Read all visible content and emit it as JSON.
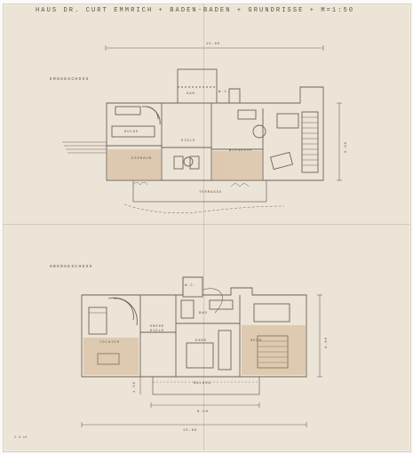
{
  "header": {
    "title": "HAUS DR. CURT EMMRICH + BADEN-BADEN + GRUNDRISSE + M=1:50"
  },
  "floors": {
    "ground": {
      "label": "ERDGESCHOSS",
      "rooms": {
        "garage": "GAR.",
        "wc": "W.C.",
        "kitchen": "KÜCHE",
        "diele": "DIELE",
        "wohnraum": "WOHNRAUM",
        "terrasse": "TERRASSE",
        "essraum": "ESSRAUM"
      },
      "dimensions": {
        "width": "15.60",
        "height": "9.60"
      }
    },
    "upper": {
      "label": "OBERGESCHOSS",
      "rooms": {
        "wc": "W.C.",
        "bad": "BAD",
        "obere_diele": "OBERE DIELE",
        "tochter": "TOCHTER",
        "dame": "DAME",
        "herr": "HERR",
        "balkon": "BALKON"
      },
      "dimensions": {
        "depth": "9.60",
        "balcony": "1.50",
        "width_inner": "8.50",
        "width_total": "15.60"
      }
    }
  },
  "footer": {
    "inventory": "2.3.14"
  },
  "colors": {
    "paper": "#ece4d6",
    "ink": "#5a5148",
    "accent": "#a77a4a"
  }
}
